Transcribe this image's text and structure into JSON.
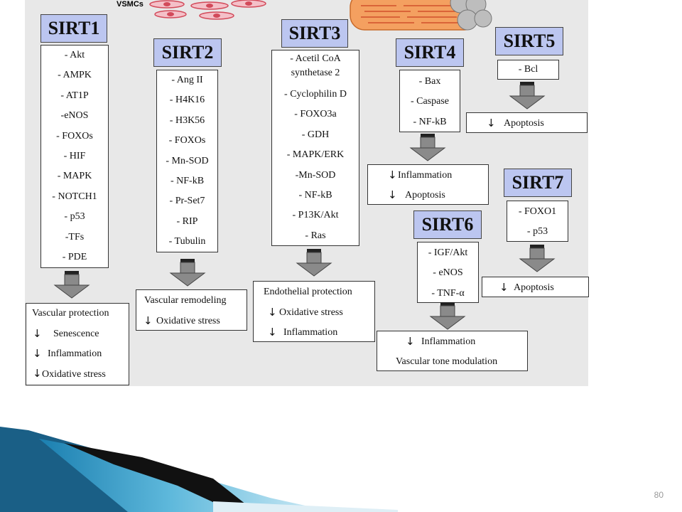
{
  "top_label": "VSMCs",
  "sirt1": {
    "title": "SIRT1",
    "targets": [
      "- Akt",
      "- AMPK",
      "- AT1P",
      "-eNOS",
      "- FOXOs",
      "- HIF",
      "- MAPK",
      "- NOTCH1",
      "- p53",
      "-TFs",
      "- PDE"
    ],
    "outcomes": [
      "Vascular protection",
      "Senescence",
      "Inflammation",
      "Oxidative stress"
    ]
  },
  "sirt2": {
    "title": "SIRT2",
    "targets": [
      "- Ang II",
      "- H4K16",
      "- H3K56",
      "- FOXOs",
      "- Mn-SOD",
      "- NF-kB",
      "- Pr-Set7",
      "- RIP",
      "- Tubulin"
    ],
    "outcomes": [
      "Vascular remodeling",
      "Oxidative stress"
    ]
  },
  "sirt3": {
    "title": "SIRT3",
    "targets": [
      "- Acetil CoA",
      "synthetase 2",
      "- Cyclophilin D",
      "- FOXO3a",
      "- GDH",
      "- MAPK/ERK",
      "-Mn-SOD",
      "- NF-kB",
      "- P13K/Akt",
      "- Ras"
    ],
    "outcomes": [
      "Endothelial protection",
      "Oxidative stress",
      "Inflammation"
    ]
  },
  "sirt4": {
    "title": "SIRT4",
    "targets": [
      "- Bax",
      "- Caspase",
      "- NF-kB"
    ],
    "outcomes": [
      "Inflammation",
      "Apoptosis"
    ]
  },
  "sirt5": {
    "title": "SIRT5",
    "targets": [
      "- Bcl"
    ],
    "outcomes": [
      "Apoptosis"
    ]
  },
  "sirt6": {
    "title": "SIRT6",
    "targets": [
      "- IGF/Akt",
      "- eNOS",
      "- TNF-α"
    ],
    "outcomes": [
      "Inflammation",
      "Vascular tone modulation"
    ]
  },
  "sirt7": {
    "title": "SIRT7",
    "targets": [
      "- FOXO1",
      "- p53"
    ],
    "outcomes": [
      "Apoptosis"
    ]
  },
  "arrow_glyph": "↓",
  "page_number": "80",
  "colors": {
    "header_fill": "#bcc6f0",
    "panel_bg": "#e8e8e8",
    "vessel": "#f4a060",
    "cells": "#d24a5a"
  }
}
